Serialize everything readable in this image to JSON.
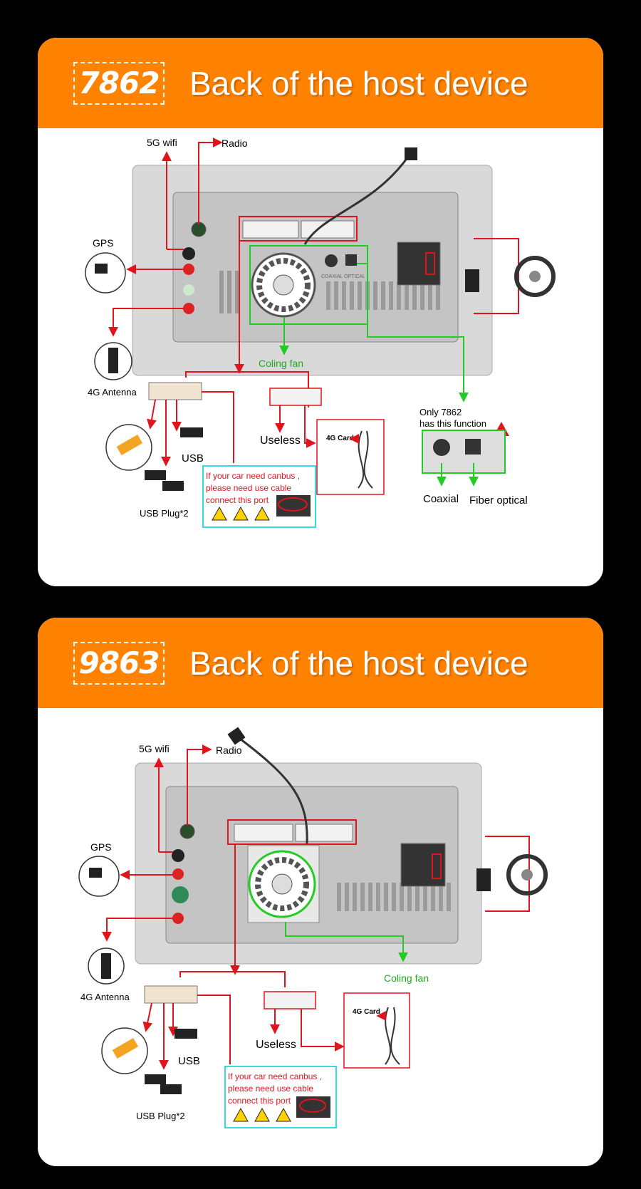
{
  "sections": [
    {
      "model": "7862",
      "title": "Back of the host device",
      "labels": {
        "wifi": "5G  wifi",
        "radio": "Radio",
        "gps": "GPS",
        "antenna": "4G Antenna",
        "fan": "Coling fan",
        "usb": "USB",
        "usb_plug": "USB Plug*2",
        "useless": "Useless",
        "card": "4G Card",
        "only_line1": "Only 7862",
        "only_line2": "has this function",
        "coaxial": "Coaxial",
        "fiber": "Fiber optical",
        "coaxial_port": "COAXIAL",
        "optical_port": "OPTICAL"
      },
      "canbus": [
        "If your car need canbus ,",
        "please need use cable",
        "connect this port"
      ]
    },
    {
      "model": "9863",
      "title": "Back of the host device",
      "labels": {
        "wifi": "5G  wifi",
        "radio": "Radio",
        "gps": "GPS",
        "antenna": "4G Antenna",
        "fan": "Coling fan",
        "usb": "USB",
        "usb_plug": "USB Plug*2",
        "useless": "Useless",
        "card": "4G Card"
      },
      "canbus": [
        "If your car need canbus ,",
        "please need use cable",
        "connect this port"
      ]
    }
  ],
  "colors": {
    "header": "#ff8200",
    "arrow": "#e0141c",
    "fan_highlight": "#22cc22",
    "canbus_border": "#33dddd",
    "canbus_text": "#e0141c"
  }
}
